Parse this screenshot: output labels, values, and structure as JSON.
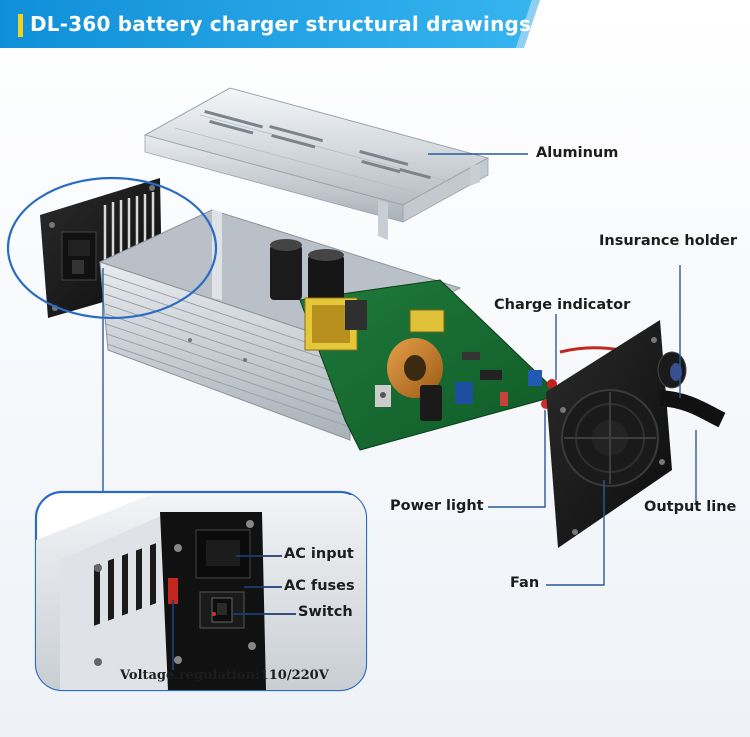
{
  "title": "DL-360 battery charger structural drawings",
  "colors": {
    "banner": "#1da3e8",
    "title_bar_accent": "#f2d21b",
    "leader_line": "#2a5a9a",
    "callout_border": "#2a6cc4"
  },
  "labels": {
    "aluminum": "Aluminum",
    "insurance_holder": "Insurance holder",
    "charge_indicator": "Charge indicator",
    "power_light": "Power light",
    "output_line": "Output line",
    "fan": "Fan",
    "ac_input": "AC input",
    "ac_fuses": "AC fuses",
    "switch": "Switch",
    "voltage_regulation": "Voltage regulation:110/220V"
  }
}
